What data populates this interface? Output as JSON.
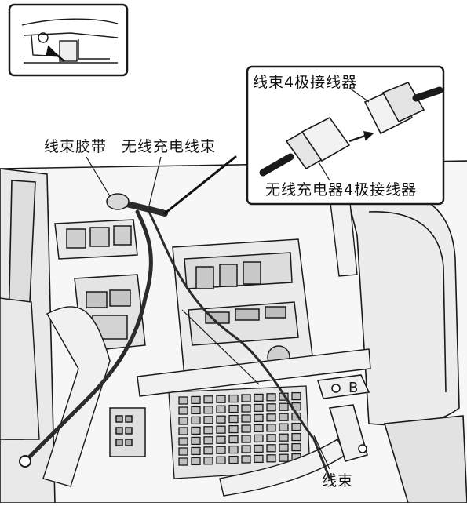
{
  "labels": {
    "harness_tape": "线束胶带",
    "wireless_charger_harness": "无线充电线束",
    "harness_4pin_connector": "线束4极接线器",
    "wireless_charger_4pin_connector": "无线充电器4极接线器",
    "harness": "线束"
  },
  "markers": {
    "bracket_letter": "B"
  },
  "icons": {
    "locator": "dashboard-locator-icon",
    "pointer": "arrow-icon"
  },
  "colors": {
    "line": "#1a1a1a",
    "fill_light": "#f2f2f2",
    "fill_mid": "#d8d8d8",
    "fill_dark": "#8a8a8a",
    "harness": "#2b2b2b"
  }
}
